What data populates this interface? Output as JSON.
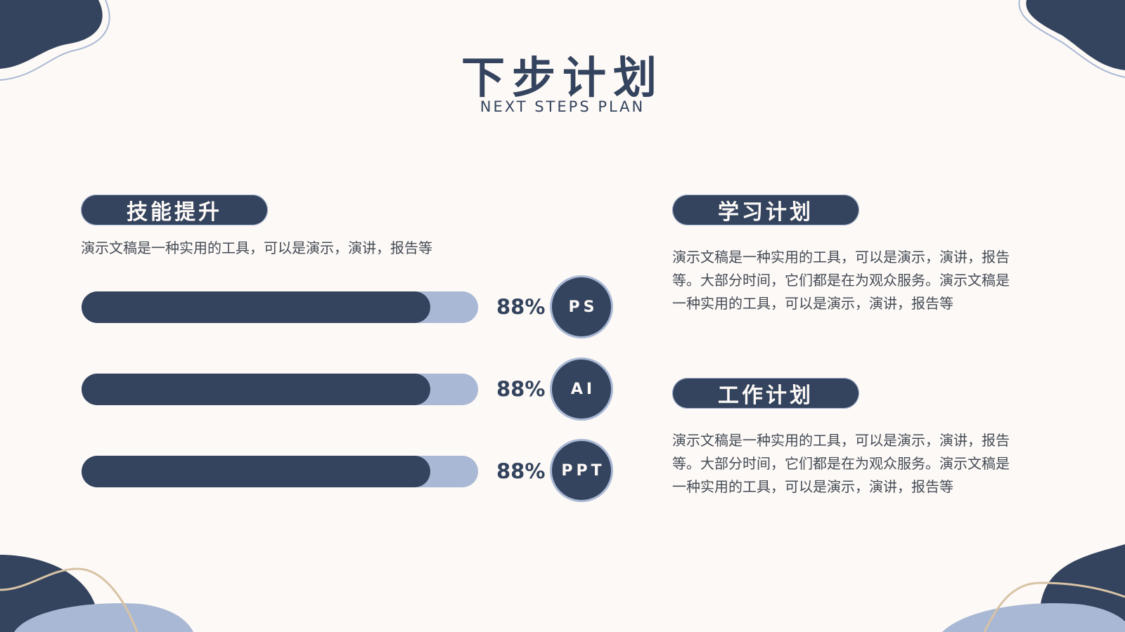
{
  "header": {
    "title": "下步计划",
    "subtitle": "NEXT STEPS PLAN"
  },
  "skills": {
    "heading": "技能提升",
    "description": "演示文稿是一种实用的工具，可以是演示，演讲，报告等",
    "items": [
      {
        "value_text": "88%",
        "badge": "PS",
        "progress": 0.88
      },
      {
        "value_text": "88%",
        "badge": "AI",
        "progress": 0.88
      },
      {
        "value_text": "88%",
        "badge": "PPT",
        "progress": 0.88
      }
    ]
  },
  "study_plan": {
    "heading": "学习计划",
    "lines": [
      "演示文稿是一种实用的工具，可以是演示，演讲，报告",
      "等。大部分时间，它们都是在为观众服务。演示文稿是",
      "一种实用的工具，可以是演示，演讲，报告等"
    ]
  },
  "work_plan": {
    "heading": "工作计划",
    "lines": [
      "演示文稿是一种实用的工具，可以是演示，演讲，报告",
      "等。大部分时间，它们都是在为观众服务。演示文稿是",
      "一种实用的工具，可以是演示，演讲，报告等"
    ]
  },
  "colors": {
    "background": "#fdf9f6",
    "navy": "#34445e",
    "light_blue": "#a9b8d4",
    "tan": "#d8c3a5"
  }
}
